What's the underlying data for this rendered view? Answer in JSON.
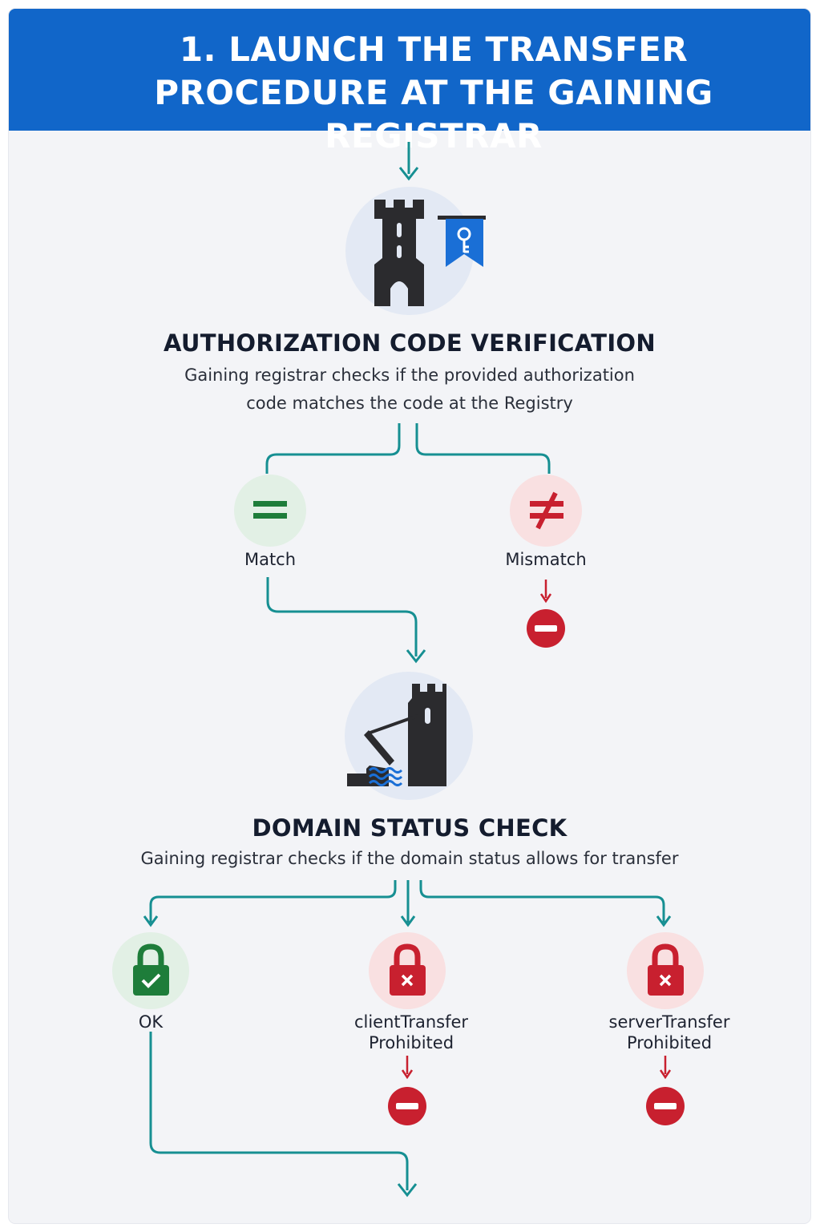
{
  "header": {
    "title": "1. LAUNCH THE TRANSFER PROCEDURE AT THE GAINING REGISTRAR"
  },
  "steps": [
    {
      "title": "AUTHORIZATION CODE VERIFICATION",
      "description": "Gaining registrar checks if the provided authorization code matches the code at the Registry",
      "icon": "castle-key-flag-icon",
      "outcomes": [
        {
          "label": "Match",
          "icon": "equals-icon",
          "status": "pass"
        },
        {
          "label": "Mismatch",
          "icon": "not-equal-icon",
          "status": "fail"
        }
      ]
    },
    {
      "title": "DOMAIN STATUS CHECK",
      "description": "Gaining registrar checks if the domain status allows for transfer",
      "icon": "drawbridge-tower-icon",
      "outcomes": [
        {
          "label": "OK",
          "icon": "lock-check-icon",
          "status": "pass"
        },
        {
          "label": "clientTransfer Prohibited",
          "icon": "lock-x-icon",
          "status": "fail"
        },
        {
          "label": "serverTransfer Prohibited",
          "icon": "lock-x-icon",
          "status": "fail"
        }
      ]
    }
  ],
  "colors": {
    "header_bg": "#1166c9",
    "connector": "#168f92",
    "pass": "#1e7d3a",
    "fail": "#c8202f",
    "icon_dark": "#2b2b2e",
    "accent_blue": "#1a6fd6"
  }
}
